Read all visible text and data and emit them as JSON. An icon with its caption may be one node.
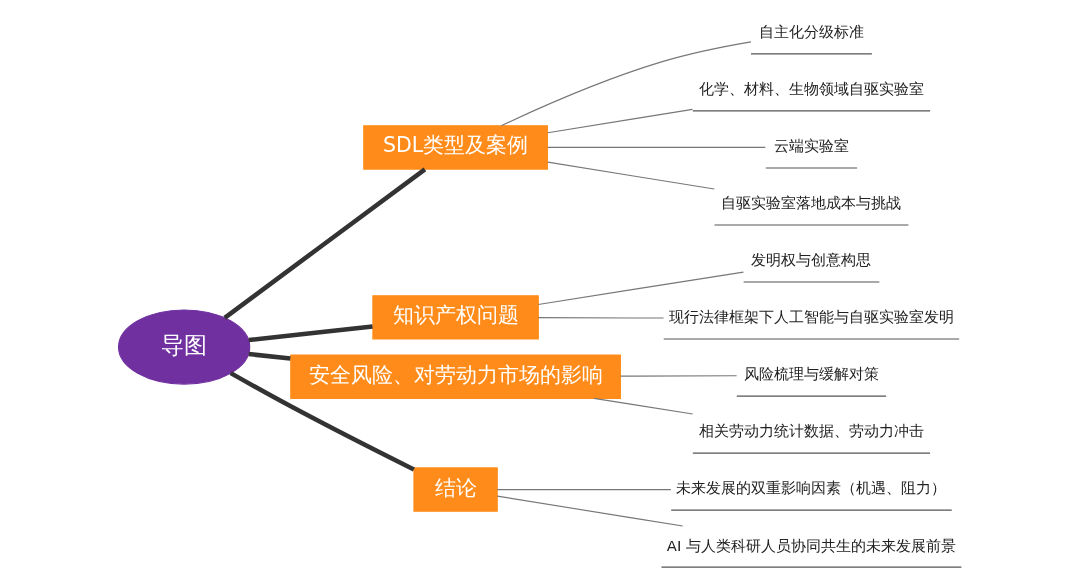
{
  "diagram": {
    "nodes": [
      {
        "text": [
          "导图"
        ]
      },
      {
        "text": [
          "SDL类型及案例"
        ]
      },
      {
        "text": [
          "自主化分级标准"
        ]
      },
      {
        "text": [
          "化学、材料、生物领域自驱实验室"
        ]
      },
      {
        "text": [
          "云端实验室"
        ]
      },
      {
        "text": [
          "自驱实验室落地成本与挑战"
        ]
      },
      {
        "text": [
          "知识产权问题"
        ]
      },
      {
        "text": [
          "发明权与创意构思"
        ]
      },
      {
        "text": [
          "现行法律框架下人工智能与自驱实验室发明"
        ]
      },
      {
        "text": [
          "安全风险、对劳动力市场的影响"
        ]
      },
      {
        "text": [
          "风险梳理与缓解对策"
        ]
      },
      {
        "text": [
          "相关劳动力统计数据、劳动力冲击"
        ]
      },
      {
        "text": [
          "结论"
        ]
      },
      {
        "text": [
          "未来发展的双重影响因素（机遇、阻力）"
        ]
      },
      {
        "text": [
          "AI 与人类科研人员协同共生的未来发展前景"
        ]
      }
    ],
    "edges": [
      {
        "from": 0,
        "to": 1,
        "arrow": "none",
        "style": "thick"
      },
      {
        "from": 1,
        "to": 2,
        "arrow": "none"
      },
      {
        "from": 1,
        "to": 3,
        "arrow": "none"
      },
      {
        "from": 1,
        "to": 4,
        "arrow": "none"
      },
      {
        "from": 1,
        "to": 5,
        "arrow": "none"
      },
      {
        "from": 0,
        "to": 6,
        "arrow": "none",
        "style": "thick"
      },
      {
        "from": 6,
        "to": 7,
        "arrow": "none"
      },
      {
        "from": 6,
        "to": 8,
        "arrow": "none"
      },
      {
        "from": 0,
        "to": 9,
        "arrow": "none",
        "style": "thick"
      },
      {
        "from": 9,
        "to": 10,
        "arrow": "none"
      },
      {
        "from": 9,
        "to": 11,
        "arrow": "none"
      },
      {
        "from": 0,
        "to": 12,
        "arrow": "none",
        "style": "thick"
      },
      {
        "from": 12,
        "to": 13,
        "arrow": "none"
      },
      {
        "from": 12,
        "to": 14,
        "arrow": "none"
      }
    ]
  }
}
